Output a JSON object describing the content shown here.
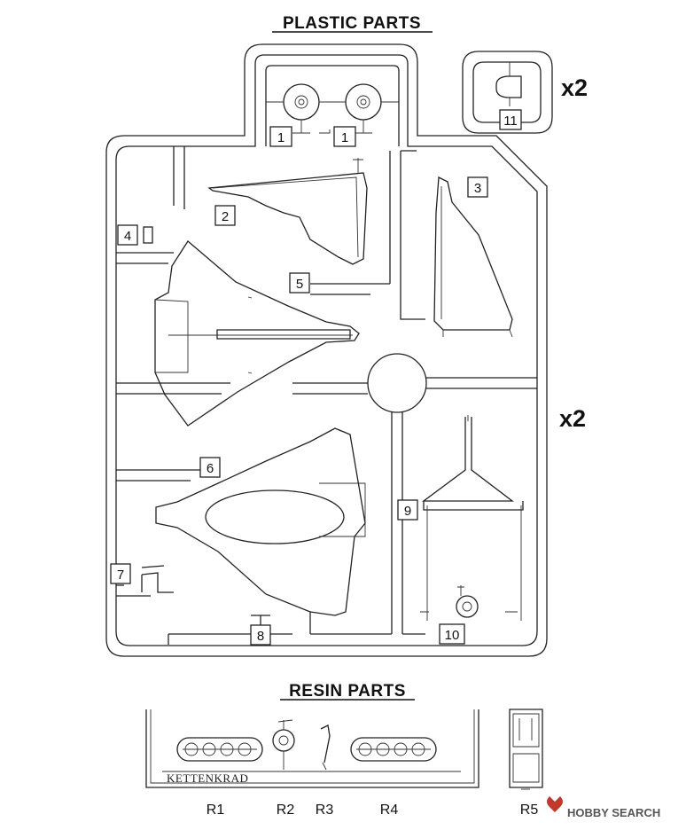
{
  "headings": {
    "plastic": "PLASTIC PARTS",
    "resin": "RESIN PARTS"
  },
  "multipliers": {
    "small_sprue": "x2",
    "main_sprue": "x2"
  },
  "plastic_parts": {
    "p1a": "1",
    "p1b": "1",
    "p2": "2",
    "p3": "3",
    "p4": "4",
    "p5": "5",
    "p6": "6",
    "p7": "7",
    "p8": "8",
    "p9": "9",
    "p10": "10",
    "p11": "11"
  },
  "resin_parts": {
    "r1": "R1",
    "r2": "R2",
    "r3": "R3",
    "r4": "R4",
    "r5": "R5"
  },
  "resin_base_text": "KETTENKRAD",
  "watermark": "HOBBY SEARCH"
}
